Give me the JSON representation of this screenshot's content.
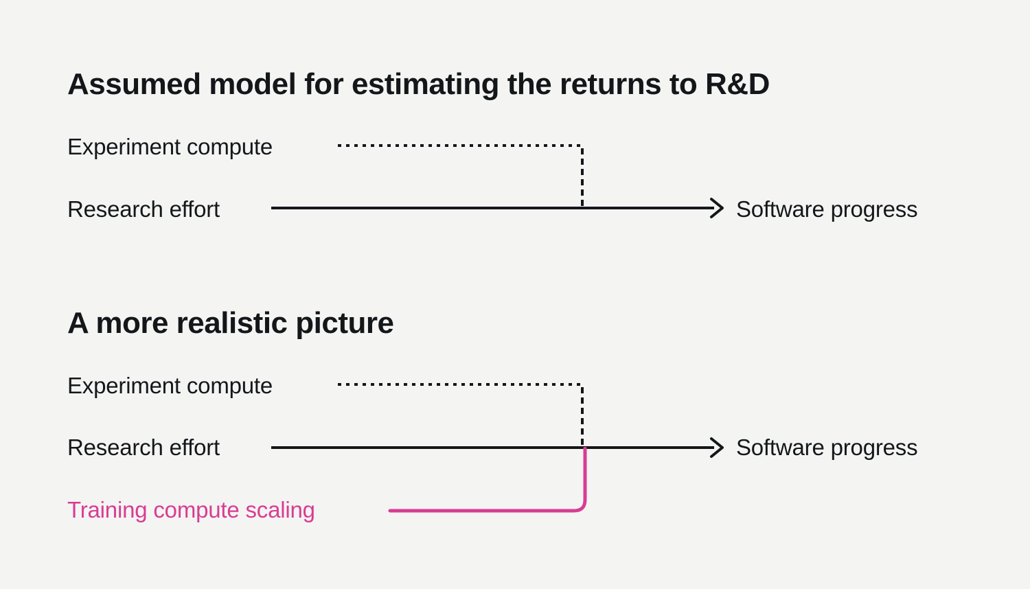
{
  "colors": {
    "bg": "#f4f4f3",
    "ink": "#14171a",
    "pink": "#d83d92"
  },
  "sections": [
    {
      "heading": "Assumed model for estimating the returns to R&D",
      "labels": {
        "experiment_compute": "Experiment compute",
        "research_effort": "Research effort",
        "software_progress": "Software progress"
      }
    },
    {
      "heading": "A more realistic picture",
      "labels": {
        "experiment_compute": "Experiment compute",
        "research_effort": "Research effort",
        "software_progress": "Software progress",
        "training_compute_scaling": "Training compute scaling"
      }
    }
  ]
}
